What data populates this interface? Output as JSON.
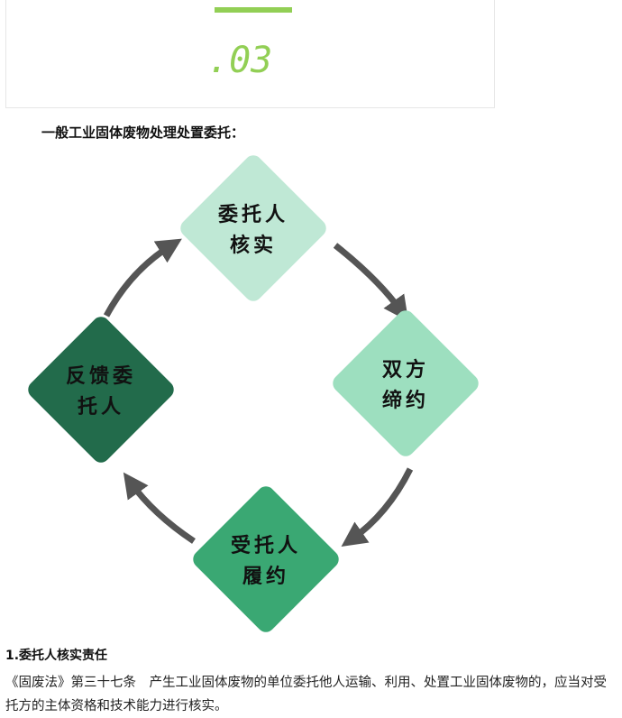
{
  "card": {
    "number": ".03"
  },
  "heading": "一般工业固体废物处理处置委托：",
  "diagram": {
    "nodes": [
      {
        "line1": "委托人",
        "line2": "核实",
        "color": "#bfe8d5"
      },
      {
        "line1": "双方",
        "line2": "缔约",
        "color": "#9ddfbf"
      },
      {
        "line1": "受托人",
        "line2": "履约",
        "color": "#3aa873"
      },
      {
        "line1": "反馈委",
        "line2": "托人",
        "color": "#226b4b"
      }
    ],
    "arrow_color": "#555555"
  },
  "section": {
    "title": "1.委托人核实责任",
    "paragraph": "《固废法》第三十七条　产生工业固体废物的单位委托他人运输、利用、处置工业固体废物的，应当对受托方的主体资格和技术能力进行核实。"
  }
}
